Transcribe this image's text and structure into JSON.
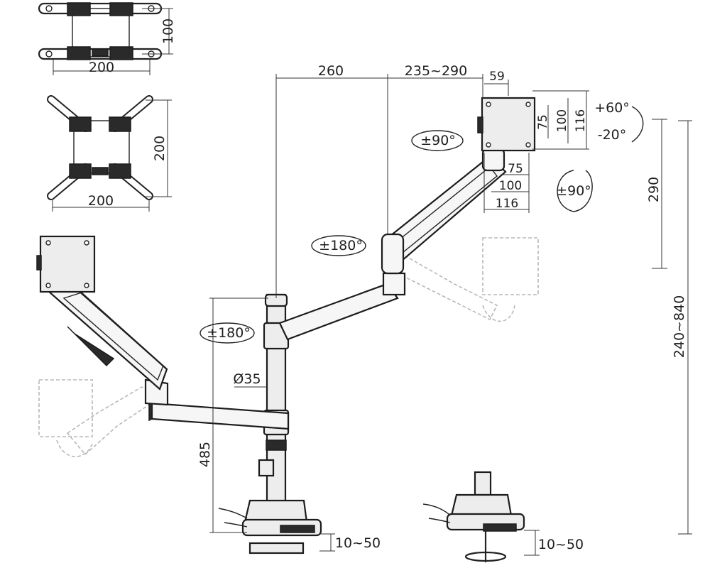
{
  "vesa_plates": {
    "square": {
      "height_label": "100",
      "width_label": "200"
    },
    "cross": {
      "height_label": "200",
      "width_label": "200"
    }
  },
  "dimensions": {
    "arm_reach": "260",
    "arm_extension": "235~290",
    "plate_depth": "59",
    "vesa_vertical": [
      "75",
      "100",
      "116"
    ],
    "vesa_horizontal": [
      "75",
      "100",
      "116"
    ],
    "height_adjust": "290",
    "total_height": "240~840",
    "pole_height": "485",
    "pole_diameter": "Ø35",
    "clamp_thickness_left": "10~50",
    "clamp_thickness_right": "10~50"
  },
  "rotations": {
    "tilt_up": "+60°",
    "tilt_down": "-20°",
    "swivel_plate": "±90°",
    "rotate_screen": "±90°",
    "arm_upper_joint": "±180°",
    "arm_pole_joint": "±180°"
  }
}
